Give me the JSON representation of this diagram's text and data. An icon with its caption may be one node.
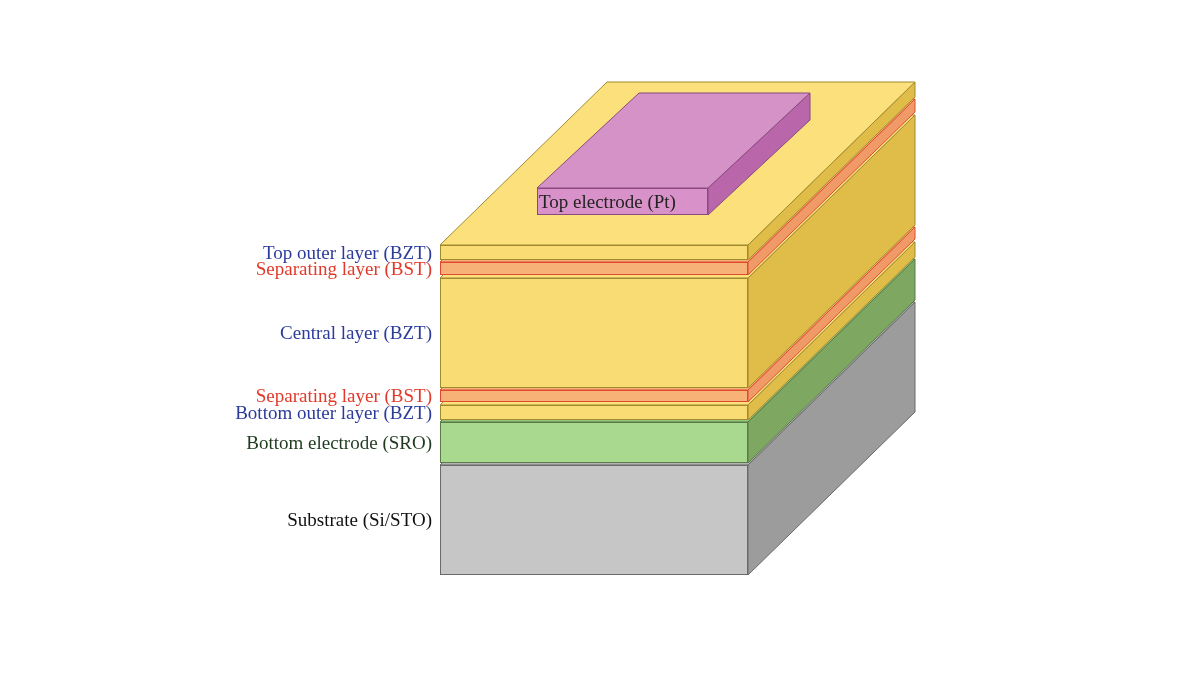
{
  "diagram": {
    "nodes": [
      {
        "text": [
          "Top electrode (Pt)"
        ]
      },
      {
        "text": [
          "Top outer layer (BZT)"
        ]
      },
      {
        "text": [
          "Separating layer (BST)"
        ]
      },
      {
        "text": [
          "Central layer (BZT)"
        ]
      },
      {
        "text": [
          "Separating layer (BST)"
        ]
      },
      {
        "text": [
          "Bottom outer layer (BZT)"
        ]
      },
      {
        "text": [
          "Bottom electrode (SRO)"
        ]
      },
      {
        "text": [
          "Substrate (Si/STO)"
        ]
      }
    ]
  }
}
